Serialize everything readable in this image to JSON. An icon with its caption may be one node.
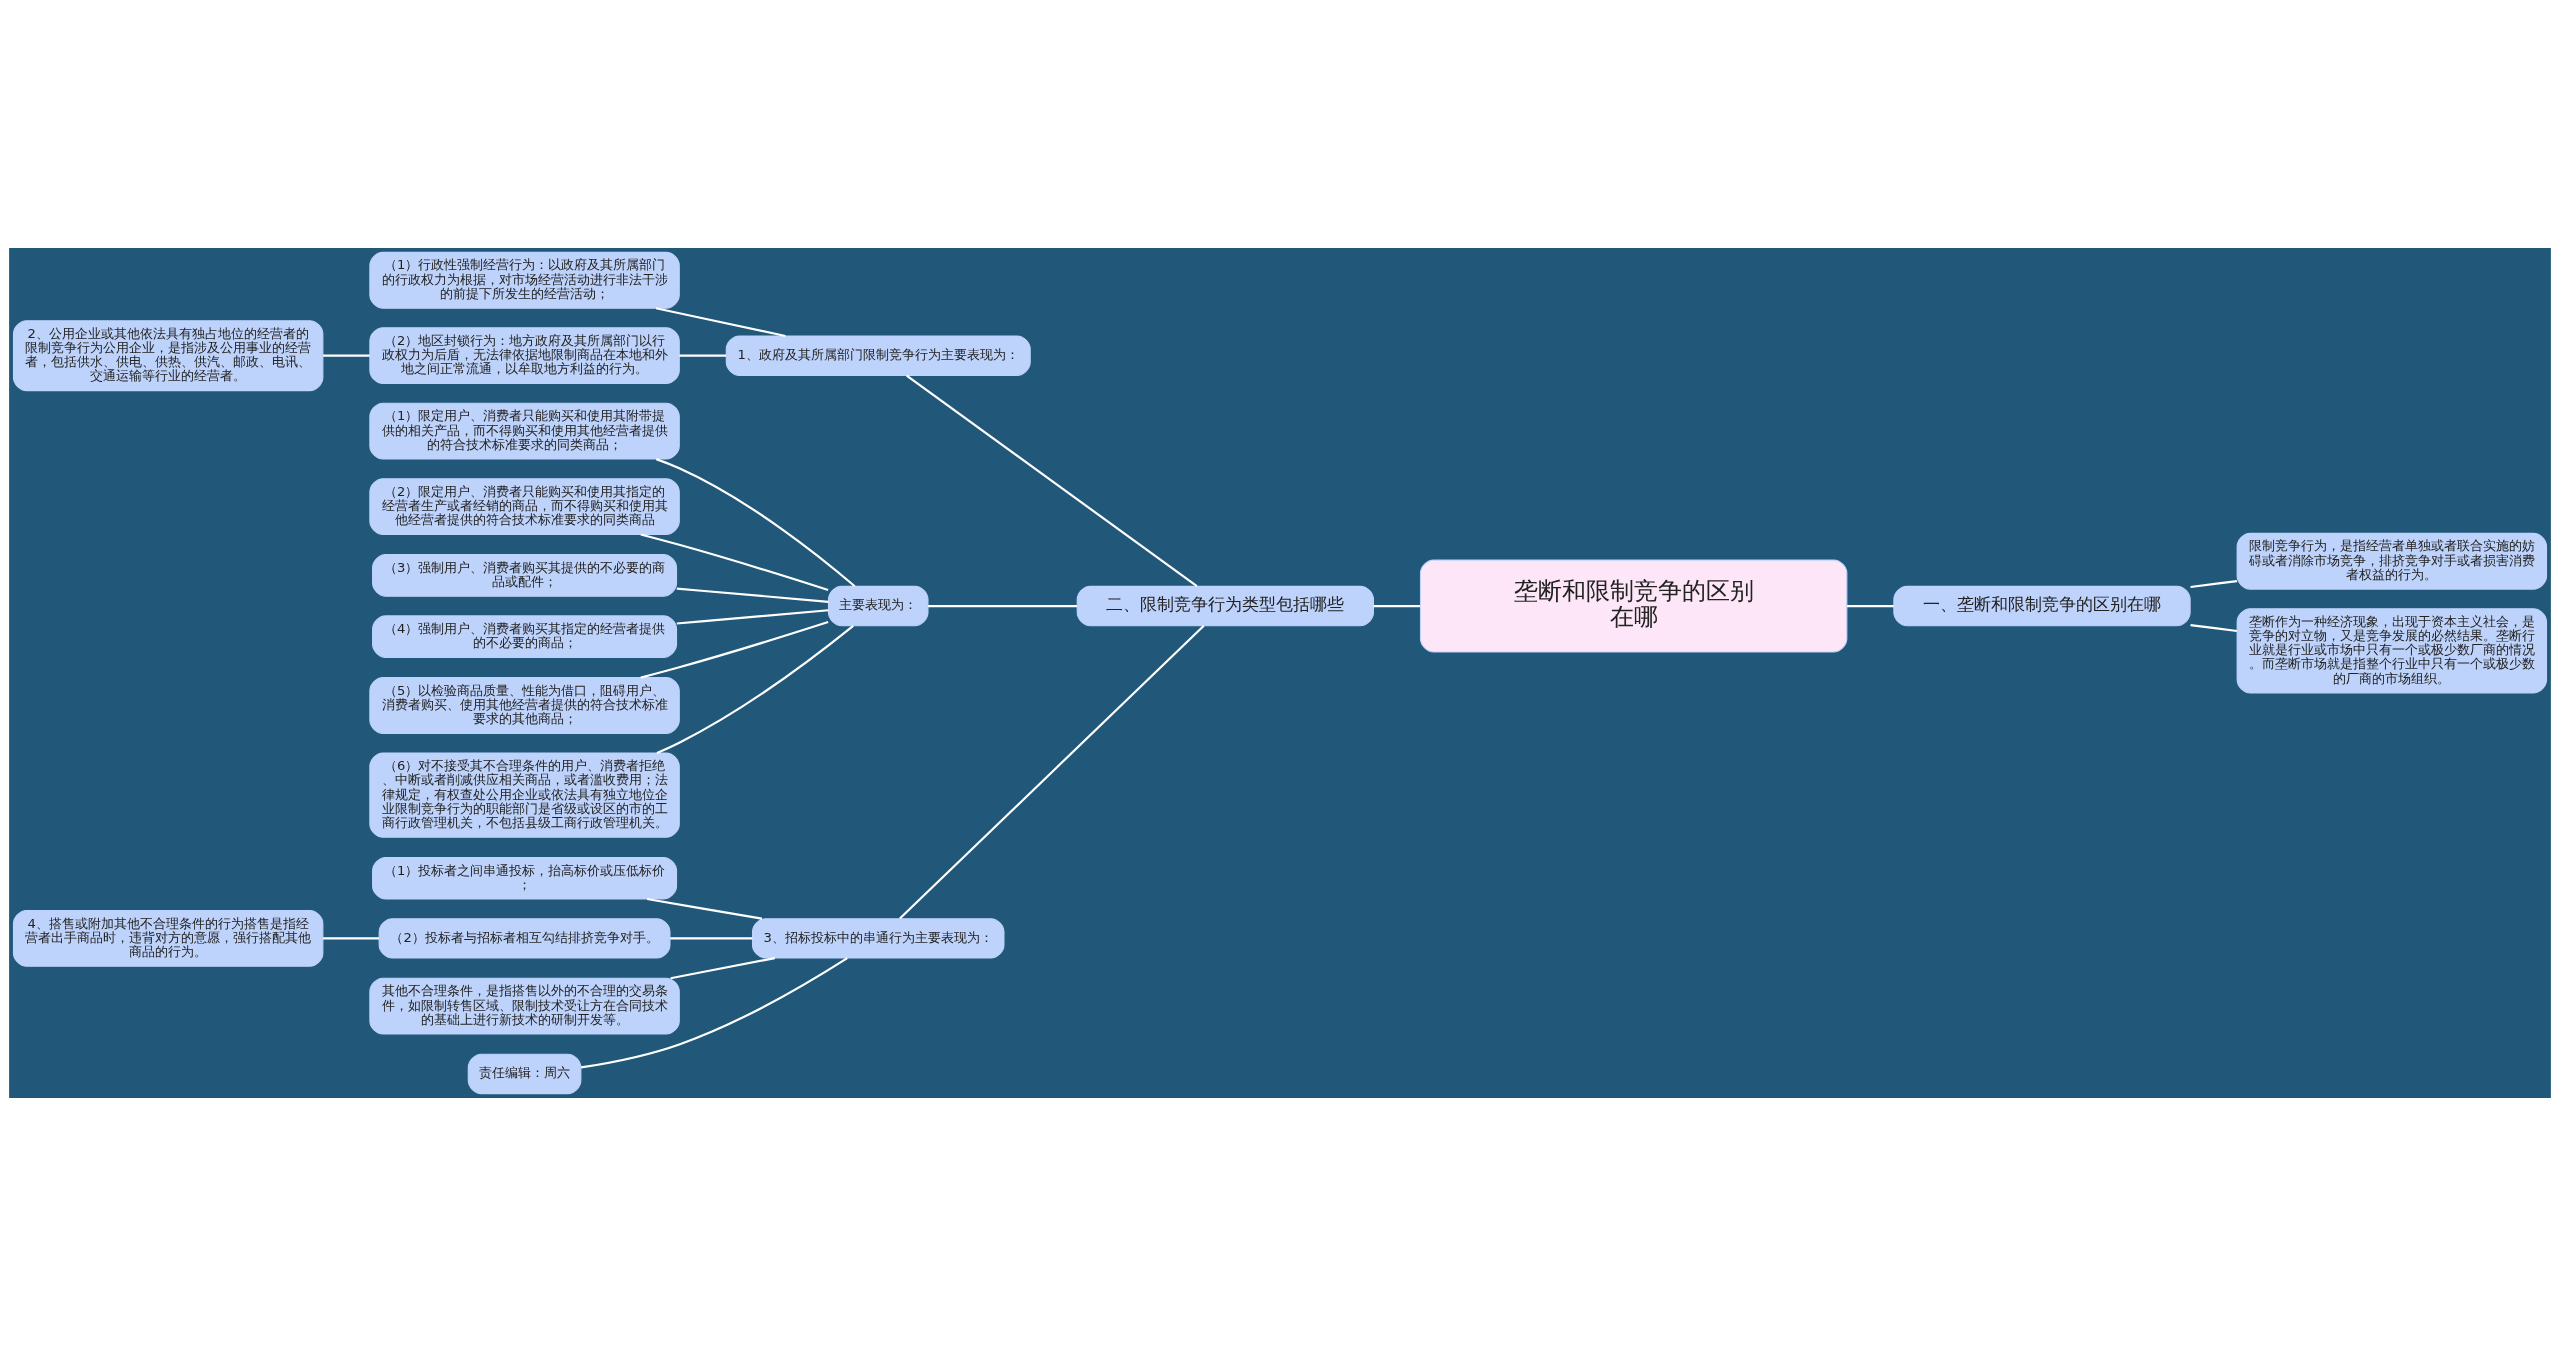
{
  "diagram": {
    "nodes": [
      {
        "text": [
          "垄断和限制竞争的区别在哪"
        ]
      },
      {
        "text": [
          "二、限制竞争行为类型包括哪些"
        ]
      },
      {
        "text": [
          "1、政府及其所属部门限制竞争行为主要表现为："
        ]
      },
      {
        "text": [
          "（1）行政性强制经营行为：以政府及其所属部门的行政权力为根据，对市场经营活动进行非法干涉的前提下所发生的经营活动；"
        ]
      },
      {
        "text": [
          "（2）地区封锁行为：地方政府及其所属部门以行政权力为后盾，无法律依据地限制商品在本地和外地之间正常流通，以牟取地方利益的行为。"
        ]
      },
      {
        "text": [
          "2、公用企业或其他依法具有独占地位的经营者的限制竞争行为公用企业，是指涉及公用事业的经营者，包括供水、供电、供热、供汽、邮政、电讯、交通运输等行业的经营者。"
        ]
      },
      {
        "text": [
          "主要表现为："
        ]
      },
      {
        "text": [
          "（1）限定用户、消费者只能购买和使用其附带提供的相关产品，而不得购买和使用其他经营者提供的符合技术标准要求的同类商品；"
        ]
      },
      {
        "text": [
          "（2）限定用户、消费者只能购买和使用其指定的经营者生产或者经销的商品，而不得购买和使用其他经营者提供的符合技术标准要求的同类商品"
        ]
      },
      {
        "text": [
          "（3）强制用户、消费者购买其提供的不必要的商品或配件；"
        ]
      },
      {
        "text": [
          "（4）强制用户、消费者购买其指定的经营者提供的不必要的商品；"
        ]
      },
      {
        "text": [
          "（5）以检验商品质量、性能为借口，阻碍用户、消费者购买、使用其他经营者提供的符合技术标准要求的其他商品；"
        ]
      },
      {
        "text": [
          "（6）对不接受其不合理条件的用户、消费者拒绝、中断或者削减供应相关商品，或者滥收费用；法律规定，有权查处公用企业或依法具有独立地位企业限制竞争行为的职能部门是省级或设区的市的工商行政管理机关，不包括县级工商行政管理机关。"
        ]
      },
      {
        "text": [
          "3、招标投标中的串通行为主要表现为："
        ]
      },
      {
        "text": [
          "（1）投标者之间串通投标，抬高标价或压低标价；"
        ]
      },
      {
        "text": [
          "（2）投标者与招标者相互勾结排挤竞争对手。"
        ]
      },
      {
        "text": [
          "4、搭售或附加其他不合理条件的行为搭售是指经营者出手商品时，违背对方的意愿，强行搭配其他商品的行为。"
        ]
      },
      {
        "text": [
          "其他不合理条件，是指搭售以外的不合理的交易条件，如限制转售区域、限制技术受让方在合同技术的基础上进行新技术的研制开发等。"
        ]
      },
      {
        "text": [
          "责任编辑：周六"
        ]
      },
      {
        "text": [
          "一、垄断和限制竞争的区别在哪"
        ]
      },
      {
        "text": [
          "限制竞争行为，是指经营者单独或者联合实施的妨碍或者消除市场竞争，排挤竞争对手或者损害消费者权益的行为。"
        ]
      },
      {
        "text": [
          "垄断作为一种经济现象，出现于资本主义社会，是竞争的对立物，又是竞争发展的必然结果。垄断行业就是行业或市场中只有一个或极少数厂商的情况。而垄断市场就是指整个行业中只有一个或极少数的厂商的市场组织。"
        ]
      }
    ],
    "edges": [
      {
        "from": 1,
        "to": 0,
        "arrow": "none"
      },
      {
        "from": 2,
        "to": 1,
        "arrow": "none"
      },
      {
        "from": 3,
        "to": 2,
        "arrow": "none"
      },
      {
        "from": 4,
        "to": 2,
        "arrow": "none"
      },
      {
        "from": 5,
        "to": 4,
        "arrow": "none"
      },
      {
        "from": 6,
        "to": 1,
        "arrow": "none"
      },
      {
        "from": 7,
        "to": 6,
        "arrow": "none"
      },
      {
        "from": 8,
        "to": 6,
        "arrow": "none"
      },
      {
        "from": 9,
        "to": 6,
        "arrow": "none"
      },
      {
        "from": 10,
        "to": 6,
        "arrow": "none"
      },
      {
        "from": 11,
        "to": 6,
        "arrow": "none"
      },
      {
        "from": 12,
        "to": 6,
        "arrow": "none"
      },
      {
        "from": 13,
        "to": 1,
        "arrow": "none"
      },
      {
        "from": 14,
        "to": 13,
        "arrow": "none"
      },
      {
        "from": 15,
        "to": 13,
        "arrow": "none"
      },
      {
        "from": 16,
        "to": 15,
        "arrow": "none"
      },
      {
        "from": 17,
        "to": 13,
        "arrow": "none"
      },
      {
        "from": 18,
        "to": 13,
        "arrow": "none"
      },
      {
        "from": 0,
        "to": 19,
        "arrow": "none"
      },
      {
        "from": 19,
        "to": 20,
        "arrow": "none"
      },
      {
        "from": 19,
        "to": 21,
        "arrow": "none"
      }
    ]
  }
}
